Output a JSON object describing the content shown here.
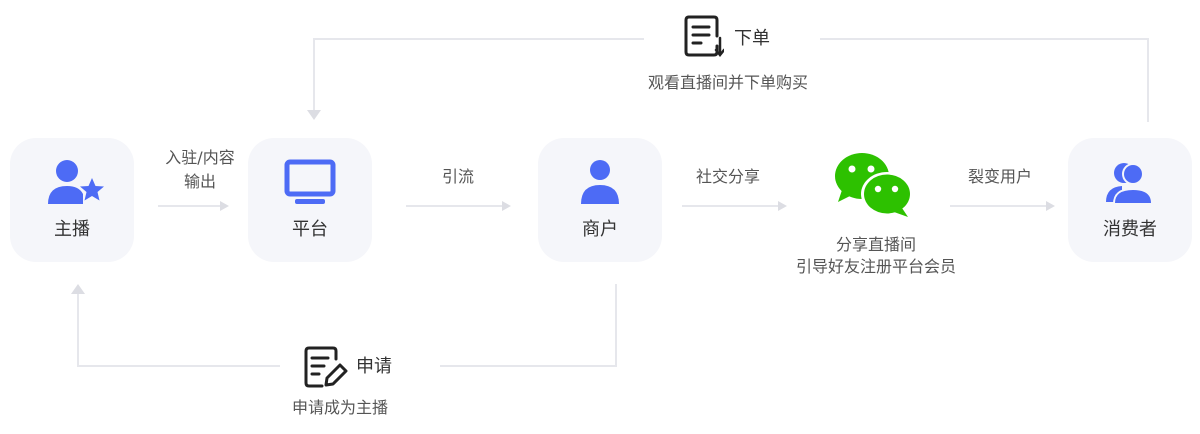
{
  "colors": {
    "accent": "#4d6bf5",
    "wechat_green": "#2dc100",
    "node_bg": "#f5f6fa",
    "line": "#e6e7ec",
    "arrow": "#dcdde3",
    "text": "#333333",
    "muted": "#555555"
  },
  "nodes": {
    "host": {
      "label": "主播",
      "icon": "user-star-icon"
    },
    "platform": {
      "label": "平台",
      "icon": "monitor-icon"
    },
    "merchant": {
      "label": "商户",
      "icon": "user-icon"
    },
    "wechat": {
      "icon": "wechat-icon",
      "caption_1": "分享直播间",
      "caption_2": "引导好友注册平台会员"
    },
    "consumer": {
      "label": "消费者",
      "icon": "users-icon"
    }
  },
  "edges": {
    "host_platform_1": "入驻/内容",
    "host_platform_2": "输出",
    "platform_merchant": "引流",
    "merchant_wechat": "社交分享",
    "wechat_consumer": "裂变用户"
  },
  "top_flow": {
    "badge": "下单",
    "icon": "order-list-icon",
    "caption": "观看直播间并下单购买"
  },
  "bottom_flow": {
    "badge": "申请",
    "icon": "apply-edit-icon",
    "caption": "申请成为主播"
  }
}
